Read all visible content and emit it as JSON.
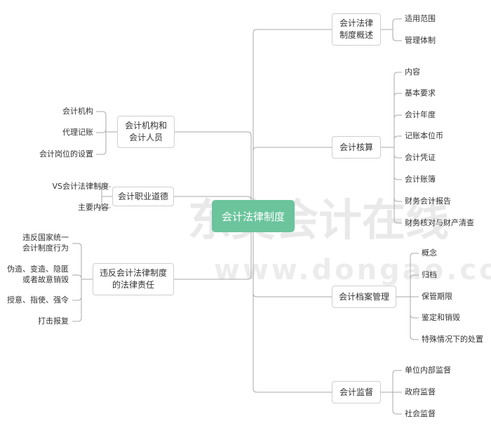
{
  "diagram": {
    "root": "会计法律制度",
    "right_branches": [
      {
        "key": "overview",
        "lines": [
          "会计法律",
          "制度概述"
        ],
        "children": [
          "适用范围",
          "管理体制"
        ]
      },
      {
        "key": "accounting",
        "lines": [
          "会计核算"
        ],
        "children": [
          "内容",
          "基本要求",
          "会计年度",
          "记账本位币",
          "会计凭证",
          "会计账簿",
          "财务会计报告",
          "财务核对与财产清查"
        ]
      },
      {
        "key": "archives",
        "lines": [
          "会计档案管理"
        ],
        "children": [
          "概念",
          "归档",
          "保管期限",
          "鉴定和销毁",
          "特殊情况下的处置"
        ]
      },
      {
        "key": "supervision",
        "lines": [
          "会计监督"
        ],
        "children": [
          "单位内部监督",
          "政府监督",
          "社会监督"
        ]
      }
    ],
    "left_branches": [
      {
        "key": "institutions",
        "lines": [
          "会计机构和",
          "会计人员"
        ],
        "children": [
          [
            "会计机构"
          ],
          [
            "代理记账"
          ],
          [
            "会计岗位的设置"
          ]
        ]
      },
      {
        "key": "ethics",
        "lines": [
          "会计职业道德"
        ],
        "children": [
          [
            "VS会计法律制度"
          ],
          [
            "主要内容"
          ]
        ]
      },
      {
        "key": "liability",
        "lines": [
          "违反会计法律制度",
          "的法律责任"
        ],
        "children": [
          [
            "违反国家统一",
            "会计制度行为"
          ],
          [
            "伪造、变造、隐匿",
            "或者故意销毁"
          ],
          [
            "授意、指使、强令"
          ],
          [
            "打击报复"
          ]
        ]
      }
    ]
  },
  "watermark": {
    "brand": "东奥会计在线",
    "url": "www.dongao.com"
  },
  "colors": {
    "root_fill": "#6bc49c",
    "root_text": "#ffffff",
    "line": "#aaaaaa",
    "node_border": "#cfcfcf",
    "text": "#333333"
  }
}
